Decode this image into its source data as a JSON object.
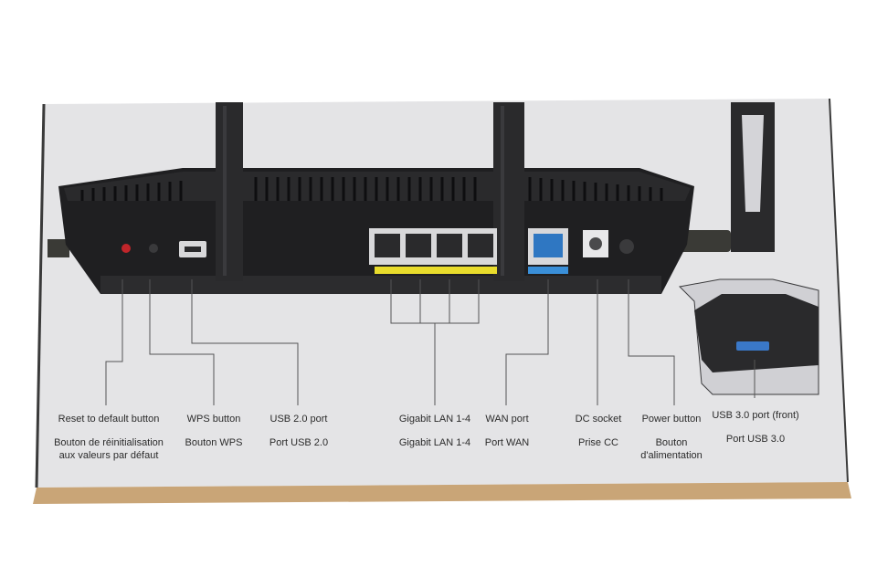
{
  "port_labels": {
    "reset": {
      "en": "Reset to default button",
      "fr": "Bouton de réinitialisation aux valeurs par défaut"
    },
    "wps": {
      "en": "WPS button",
      "fr": "Bouton WPS"
    },
    "usb2": {
      "en": "USB 2.0 port",
      "fr": "Port USB 2.0"
    },
    "lan": {
      "en": "Gigabit LAN 1-4",
      "fr": "Gigabit LAN 1-4"
    },
    "wan": {
      "en": "WAN port",
      "fr": "Port WAN"
    },
    "dc": {
      "en": "DC socket",
      "fr": "Prise CC"
    },
    "power": {
      "en": "Power button",
      "fr": "Bouton d'alimentation"
    },
    "usb3": {
      "en": "USB 3.0 port (front)",
      "fr": "Port USB 3.0"
    }
  },
  "colors": {
    "box_panel": "#e4e4e6",
    "router_body": "#1f1f21",
    "lan_band": "#e9dc2c",
    "wan_band": "#3a8fd8",
    "wan_jack": "#2f77c2",
    "reset_button": "#c0252a",
    "box_bottom": "#c9a577"
  }
}
